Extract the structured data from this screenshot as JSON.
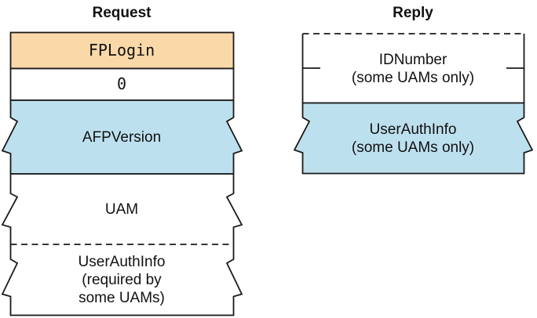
{
  "colors": {
    "peach": "#FAD8A8",
    "blue": "#BDE0EE",
    "white": "#FFFFFF",
    "line": "#1A1A1A"
  },
  "request": {
    "title": "Request",
    "fields": {
      "fplogin": "FPLogin",
      "zero": "0",
      "afp_version": "AFPVersion",
      "uam": "UAM",
      "user_auth_info": "UserAuthInfo\n(required by\nsome UAMs)"
    }
  },
  "reply": {
    "title": "Reply",
    "fields": {
      "id_number": "IDNumber\n(some UAMs only)",
      "user_auth_info": "UserAuthInfo\n(some UAMs only)"
    }
  }
}
